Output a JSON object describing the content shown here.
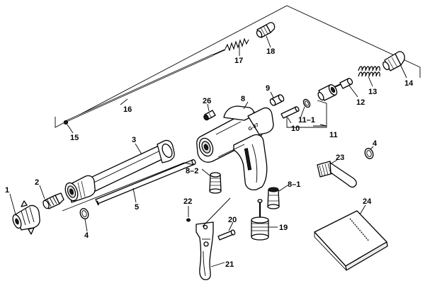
{
  "diagram": {
    "callouts": [
      "1",
      "2",
      "3",
      "4",
      "4",
      "5",
      "8",
      "8–2",
      "8–1",
      "9",
      "10",
      "11–1",
      "11",
      "12",
      "13",
      "14",
      "15",
      "16",
      "17",
      "18",
      "19",
      "20",
      "21",
      "22",
      "23",
      "24",
      "26"
    ]
  },
  "colors": {
    "line": "#000000",
    "fill": "#ffffff",
    "shade": "#d9d9d9"
  }
}
